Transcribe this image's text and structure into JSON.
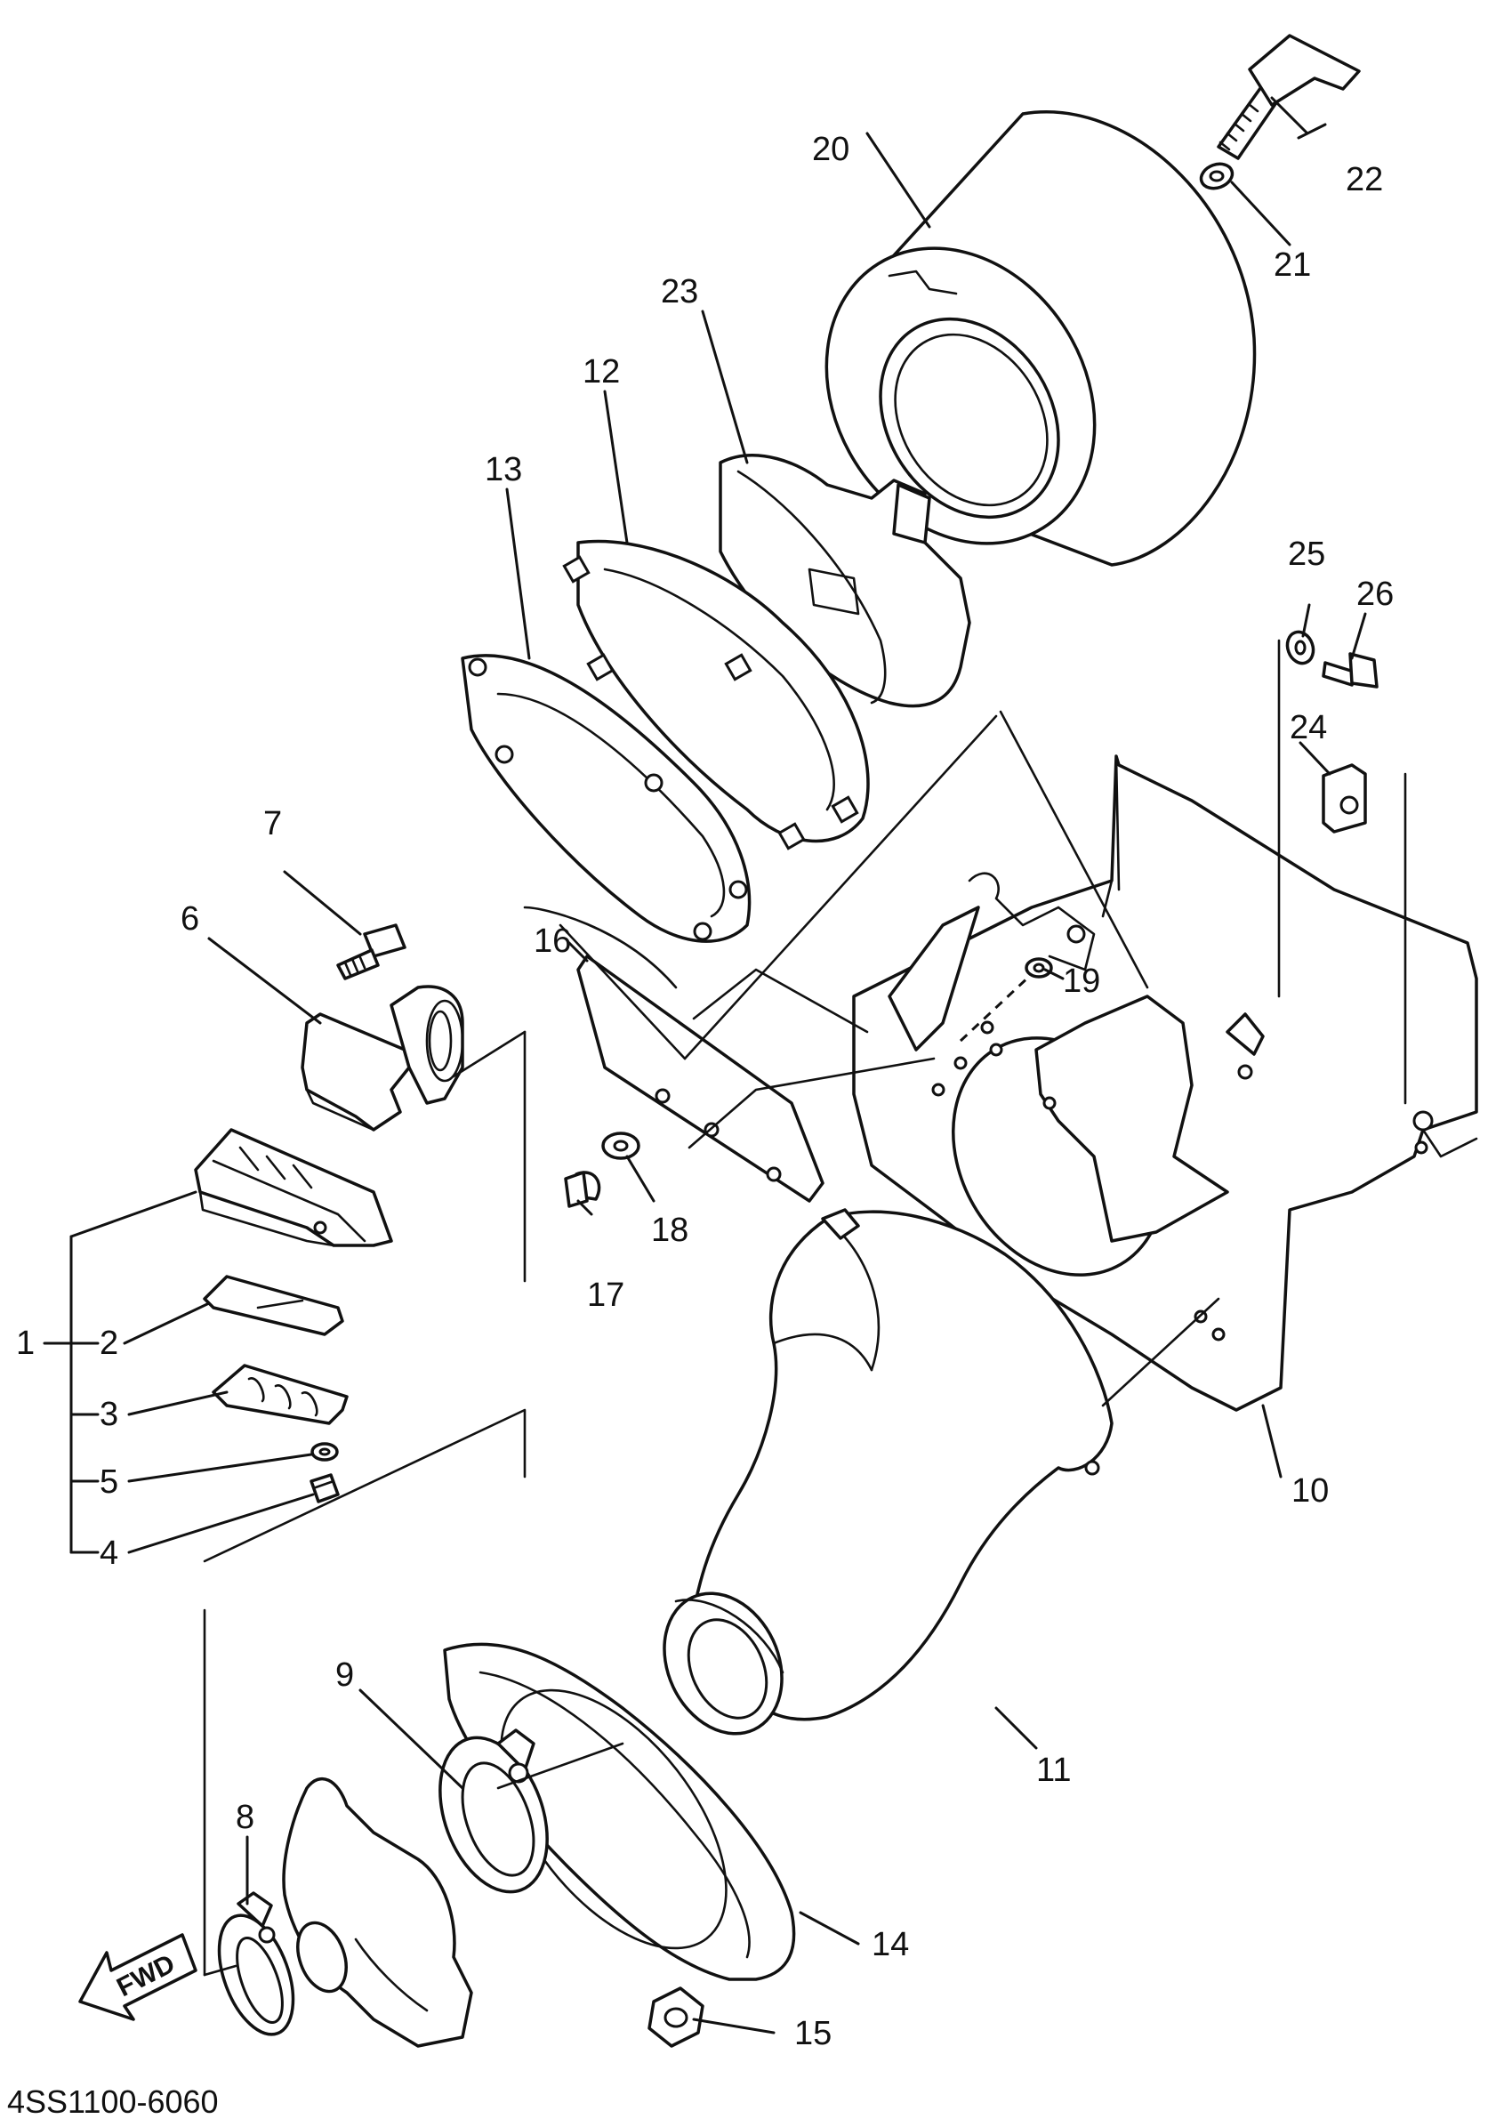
{
  "diagram_code": "4SS1100-6060",
  "fwd_label": "FWD",
  "callouts": {
    "c1": "1",
    "c2": "2",
    "c3": "3",
    "c4": "4",
    "c5": "5",
    "c6": "6",
    "c7": "7",
    "c8": "8",
    "c9": "9",
    "c10": "10",
    "c11": "11",
    "c12": "12",
    "c13": "13",
    "c14": "14",
    "c15": "15",
    "c16": "16",
    "c17": "17",
    "c18": "18",
    "c19": "19",
    "c20": "20",
    "c21": "21",
    "c22": "22",
    "c23": "23",
    "c24": "24",
    "c25": "25",
    "c26": "26"
  }
}
